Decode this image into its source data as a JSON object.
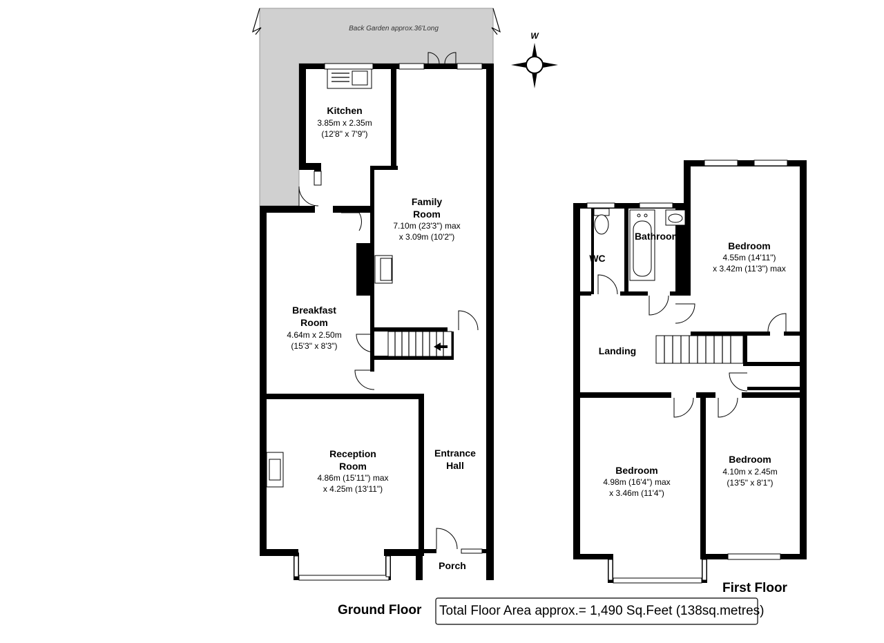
{
  "garden": {
    "label": "Back Garden approx.36'Long",
    "color": "#d0d0d0"
  },
  "compass": {
    "label": "W"
  },
  "ground_floor": {
    "label": "Ground Floor",
    "rooms": {
      "kitchen": {
        "name": "Kitchen",
        "dim1": "3.85m x 2.35m",
        "dim2": "(12'8\" x 7'9\")"
      },
      "family_room": {
        "name1": "Family",
        "name2": "Room",
        "dim1": "7.10m (23'3\") max",
        "dim2": "x 3.09m (10'2\")"
      },
      "breakfast_room": {
        "name1": "Breakfast",
        "name2": "Room",
        "dim1": "4.64m x 2.50m",
        "dim2": "(15'3\" x 8'3\")"
      },
      "reception_room": {
        "name1": "Reception",
        "name2": "Room",
        "dim1": "4.86m (15'11\") max",
        "dim2": "x 4.25m (13'11\")"
      },
      "entrance_hall": {
        "name1": "Entrance",
        "name2": "Hall"
      },
      "porch": {
        "name": "Porch"
      }
    }
  },
  "first_floor": {
    "label": "First Floor",
    "rooms": {
      "wc": {
        "name": "WC"
      },
      "bathroom": {
        "name": "Bathroom"
      },
      "bedroom_rear": {
        "name": "Bedroom",
        "dim1": "4.55m (14'11\")",
        "dim2": "x 3.42m (11'3\") max"
      },
      "landing": {
        "name": "Landing"
      },
      "bedroom_front_left": {
        "name": "Bedroom",
        "dim1": "4.98m (16'4\") max",
        "dim2": "x 3.46m (11'4\")"
      },
      "bedroom_front_right": {
        "name": "Bedroom",
        "dim1": "4.10m x 2.45m",
        "dim2": "(13'5\" x 8'1\")"
      }
    }
  },
  "total_area": "Total Floor Area approx.= 1,490 Sq.Feet (138sq.metres)"
}
